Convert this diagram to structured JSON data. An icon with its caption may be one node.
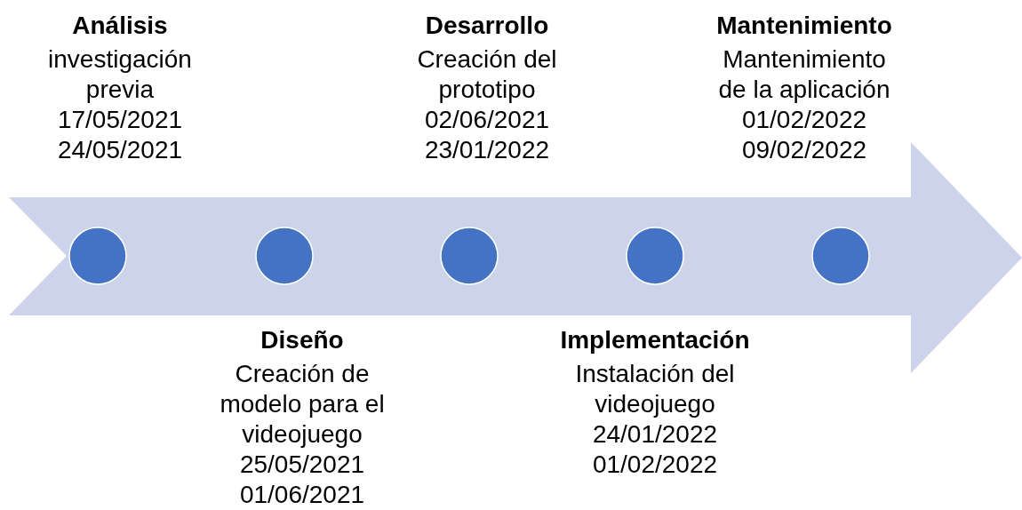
{
  "diagram": {
    "nodes": [
      {
        "text": [],
        "shape": "arrow"
      },
      {
        "text": [],
        "shape": "circle",
        "in": 0,
        "beside": [
          "Análisis",
          "investigación previa",
          "17/05/2021",
          "24/05/2021"
        ]
      },
      {
        "text": [],
        "shape": "circle",
        "in": 0,
        "beside": [
          "Diseño",
          "Creación de modelo para el videojuego",
          "25/05/2021",
          "01/06/2021"
        ]
      },
      {
        "text": [],
        "shape": "circle",
        "in": 0,
        "beside": [
          "Desarrollo",
          "Creación del prototipo",
          "02/06/2021",
          "23/01/2022"
        ]
      },
      {
        "text": [],
        "shape": "circle",
        "in": 0,
        "beside": [
          "Implementación",
          "Instalación del videojuego",
          "24/01/2022",
          "01/02/2022"
        ]
      },
      {
        "text": [],
        "shape": "circle",
        "in": 0,
        "beside": [
          "Mantenimiento",
          "Mantenimiento de la aplicación",
          "01/02/2022",
          "09/02/2022"
        ]
      }
    ],
    "edges": []
  }
}
